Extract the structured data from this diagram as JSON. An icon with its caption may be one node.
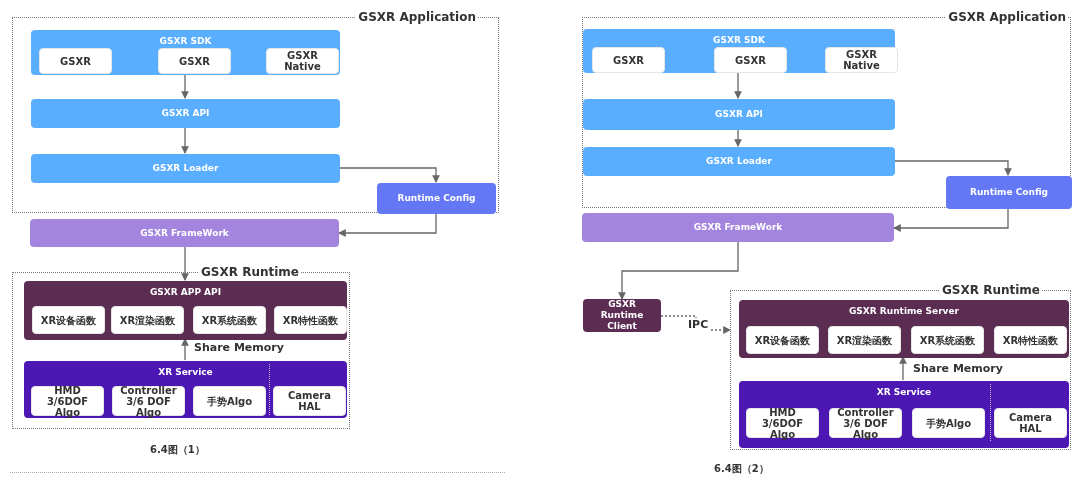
{
  "diagram": {
    "nodes": [
      {
        "text": [
          "GSXR Application"
        ]
      },
      {
        "text": [
          "GSXR SDK"
        ],
        "in": 0
      },
      {
        "text": [
          "GSXR"
        ],
        "in": 1
      },
      {
        "text": [
          "GSXR"
        ],
        "in": 1
      },
      {
        "text": [
          "GSXR Native"
        ],
        "in": 1
      },
      {
        "text": [
          "GSXR API"
        ],
        "in": 0
      },
      {
        "text": [
          "GSXR Loader"
        ],
        "in": 0
      },
      {
        "text": [
          "Runtime Config"
        ],
        "in": 0
      },
      {
        "text": [
          "GSXR FrameWork"
        ]
      },
      {
        "text": [
          "GSXR Runtime"
        ]
      },
      {
        "text": [
          "GSXR APP API"
        ],
        "in": 9
      },
      {
        "text": [
          "XR设备函数"
        ],
        "in": 10
      },
      {
        "text": [
          "XR渲染函数"
        ],
        "in": 10
      },
      {
        "text": [
          "XR系统函数"
        ],
        "in": 10
      },
      {
        "text": [
          "XR特性函数"
        ],
        "in": 10
      },
      {
        "text": [
          "XR Service"
        ],
        "in": 9
      },
      {
        "text": [
          "HMD 3/6DOF Algo"
        ],
        "in": 15
      },
      {
        "text": [
          "Controller 3/6 DOF Algo"
        ],
        "in": 15
      },
      {
        "text": [
          "手势Algo"
        ],
        "in": 15
      },
      {
        "text": [
          "Camera HAL"
        ],
        "in": 15
      },
      {
        "text": [
          "GSXR Application"
        ]
      },
      {
        "text": [
          "GSXR SDK"
        ],
        "in": 20
      },
      {
        "text": [
          "GSXR"
        ],
        "in": 21
      },
      {
        "text": [
          "GSXR"
        ],
        "in": 21
      },
      {
        "text": [
          "GSXR Native"
        ],
        "in": 21
      },
      {
        "text": [
          "GSXR API"
        ],
        "in": 20
      },
      {
        "text": [
          "GSXR Loader"
        ],
        "in": 20
      },
      {
        "text": [
          "Runtime Config"
        ],
        "in": 20
      },
      {
        "text": [
          "GSXR FrameWork"
        ]
      },
      {
        "text": [
          "GSXR Runtime Client"
        ]
      },
      {
        "text": [
          "GSXR Runtime"
        ]
      },
      {
        "text": [
          "GSXR Runtime Server"
        ],
        "in": 30
      },
      {
        "text": [
          "XR设备函数"
        ],
        "in": 31
      },
      {
        "text": [
          "XR渲染函数"
        ],
        "in": 31
      },
      {
        "text": [
          "XR系统函数"
        ],
        "in": 31
      },
      {
        "text": [
          "XR特性函数"
        ],
        "in": 31
      },
      {
        "text": [
          "XR Service"
        ],
        "in": 30
      },
      {
        "text": [
          "HMD 3/6DOF Algo"
        ],
        "in": 36
      },
      {
        "text": [
          "Controller 3/6 DOF Algo"
        ],
        "in": 36
      },
      {
        "text": [
          "手势Algo"
        ],
        "in": 36
      },
      {
        "text": [
          "Camera HAL"
        ],
        "in": 36
      }
    ],
    "edges": [
      {
        "from": 1,
        "to": 5,
        "arrow": "to"
      },
      {
        "from": 5,
        "to": 6,
        "arrow": "to"
      },
      {
        "from": 6,
        "to": 7,
        "arrow": "to"
      },
      {
        "from": 7,
        "to": 8,
        "arrow": "to"
      },
      {
        "from": 8,
        "to": 10,
        "arrow": "to"
      },
      {
        "from": 15,
        "to": 10,
        "arrow": "to",
        "label": "Share Memory"
      },
      {
        "from": 21,
        "to": 25,
        "arrow": "to"
      },
      {
        "from": 25,
        "to": 26,
        "arrow": "to"
      },
      {
        "from": 26,
        "to": 27,
        "arrow": "to"
      },
      {
        "from": 27,
        "to": 28,
        "arrow": "to"
      },
      {
        "from": 28,
        "to": 29,
        "arrow": "to"
      },
      {
        "from": 29,
        "to": 30,
        "arrow": "to",
        "label": "IPC",
        "style": "dashed"
      },
      {
        "from": 36,
        "to": 31,
        "arrow": "to",
        "label": "Share Memory"
      }
    ],
    "labels": [
      "6.4图（1）",
      "6.4图（2）"
    ]
  }
}
